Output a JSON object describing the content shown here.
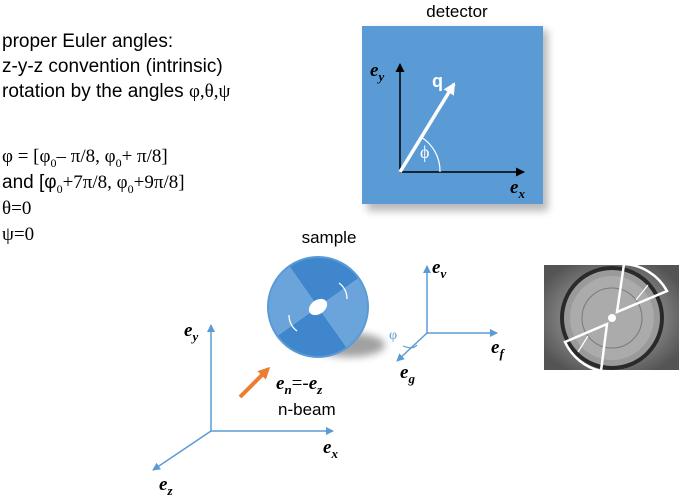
{
  "left_text": {
    "line1": "proper Euler angles:",
    "line2": "z-y-z convention (intrinsic)",
    "line3_prefix": "rotation by the angles ",
    "line3_angles": "φ,θ,ψ",
    "phi_line": "φ = [φ",
    "phi_sub1": "0",
    "phi_mid1": "– π/8, φ",
    "phi_sub2": "0",
    "phi_end1": "+ π/8]",
    "and_prefix": "and [φ",
    "and_sub1": "0",
    "and_mid": "+7π/8, φ",
    "and_sub2": "0",
    "and_end": "+9π/8]",
    "theta_line": "θ=0",
    "psi_line": "ψ=0"
  },
  "detector": {
    "title": "detector",
    "vector_label": "q",
    "angle_label": "ϕ",
    "axis_x": "e",
    "axis_x_sub": "x",
    "axis_y": "e",
    "axis_y_sub": "y",
    "fill_color": "#5b9bd5"
  },
  "sample": {
    "title": "sample",
    "fill_color": "#3f86cc"
  },
  "beam": {
    "label_e": "e",
    "label_n": "n",
    "label_eq": "=-",
    "label_e2": "e",
    "label_z": "z",
    "name": "n-beam",
    "arrow_color": "#ed7d31"
  },
  "lab_axes": {
    "x": "e",
    "x_sub": "x",
    "y": "e",
    "y_sub": "y",
    "z": "e",
    "z_sub": "z"
  },
  "rotation_axes": {
    "v": "e",
    "v_sub": "v",
    "f": "e",
    "f_sub": "f",
    "g": "e",
    "g_sub": "g",
    "phi": "φ"
  },
  "axis_color": "#5b9bd5"
}
